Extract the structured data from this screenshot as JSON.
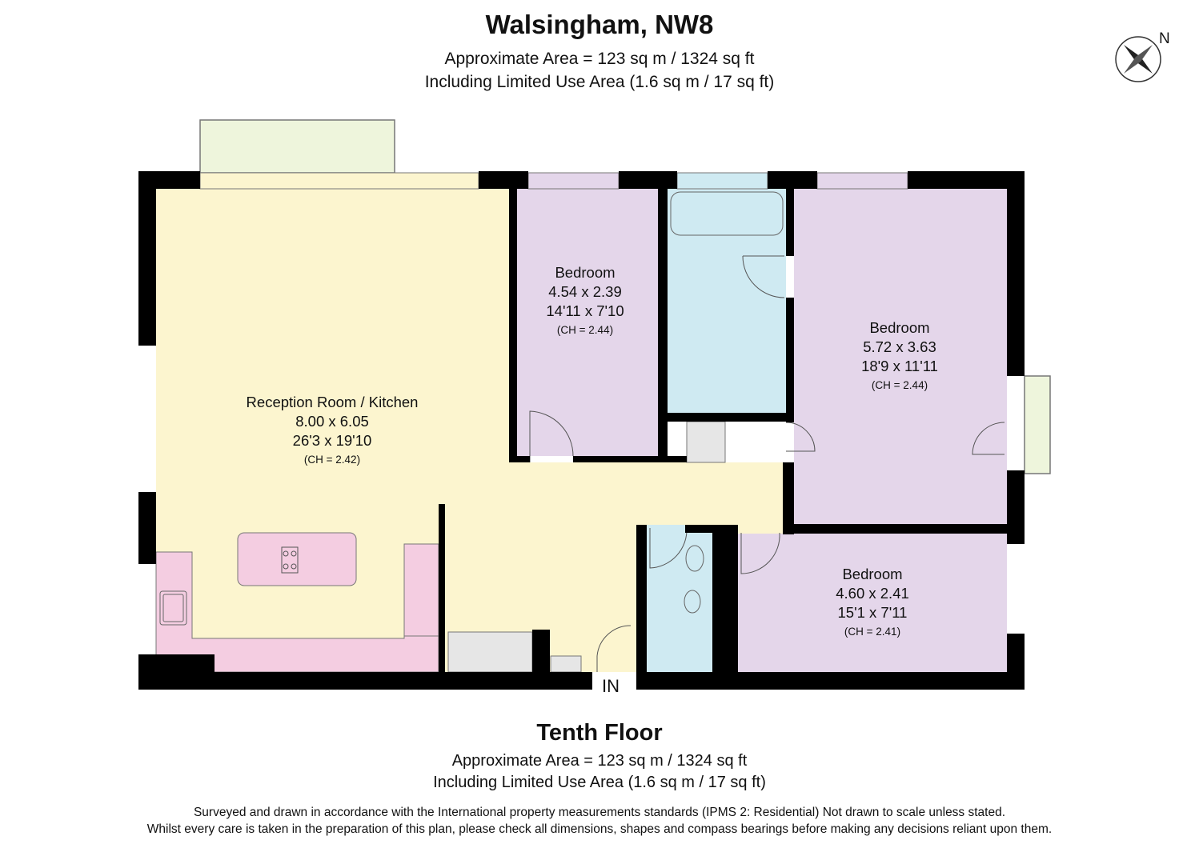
{
  "header": {
    "title": "Walsingham, NW8",
    "area": "Approximate Area = 123 sq m / 1324 sq ft",
    "limited_use": "Including Limited Use Area (1.6 sq m / 17 sq ft)",
    "compass_label": "N"
  },
  "rooms": [
    {
      "name": "Reception Room / Kitchen",
      "metric": "8.00 x 6.05",
      "imperial": "26'3 x 19'10",
      "ceiling": "(CH = 2.42)"
    },
    {
      "name": "Bedroom",
      "metric": "4.54 x 2.39",
      "imperial": "14'11 x 7'10",
      "ceiling": "(CH = 2.44)"
    },
    {
      "name": "Bedroom",
      "metric": "5.72 x 3.63",
      "imperial": "18'9 x 11'11",
      "ceiling": "(CH = 2.44)"
    },
    {
      "name": "Bedroom",
      "metric": "4.60 x 2.41",
      "imperial": "15'1 x 7'11",
      "ceiling": "(CH = 2.41)"
    }
  ],
  "entrance_label": "IN",
  "footer": {
    "floor": "Tenth Floor",
    "area": "Approximate Area = 123 sq m / 1324 sq ft",
    "limited_use": "Including Limited Use Area (1.6 sq m / 17 sq ft)",
    "disclaimer_1": "Surveyed and drawn in accordance with the International property measurements standards (IPMS 2: Residential) Not drawn to scale unless stated.",
    "disclaimer_2": "Whilst every care is taken in the preparation of this plan, please check all dimensions, shapes and compass bearings before making any decisions reliant upon them."
  },
  "colors": {
    "reception": "#fcf5cf",
    "bedroom": "#e4d6ea",
    "bathroom": "#cfeaf2",
    "kitchen": "#f4cde1",
    "balcony": "#eef5dc",
    "storage": "#e6e6e6",
    "wall": "#000000"
  }
}
